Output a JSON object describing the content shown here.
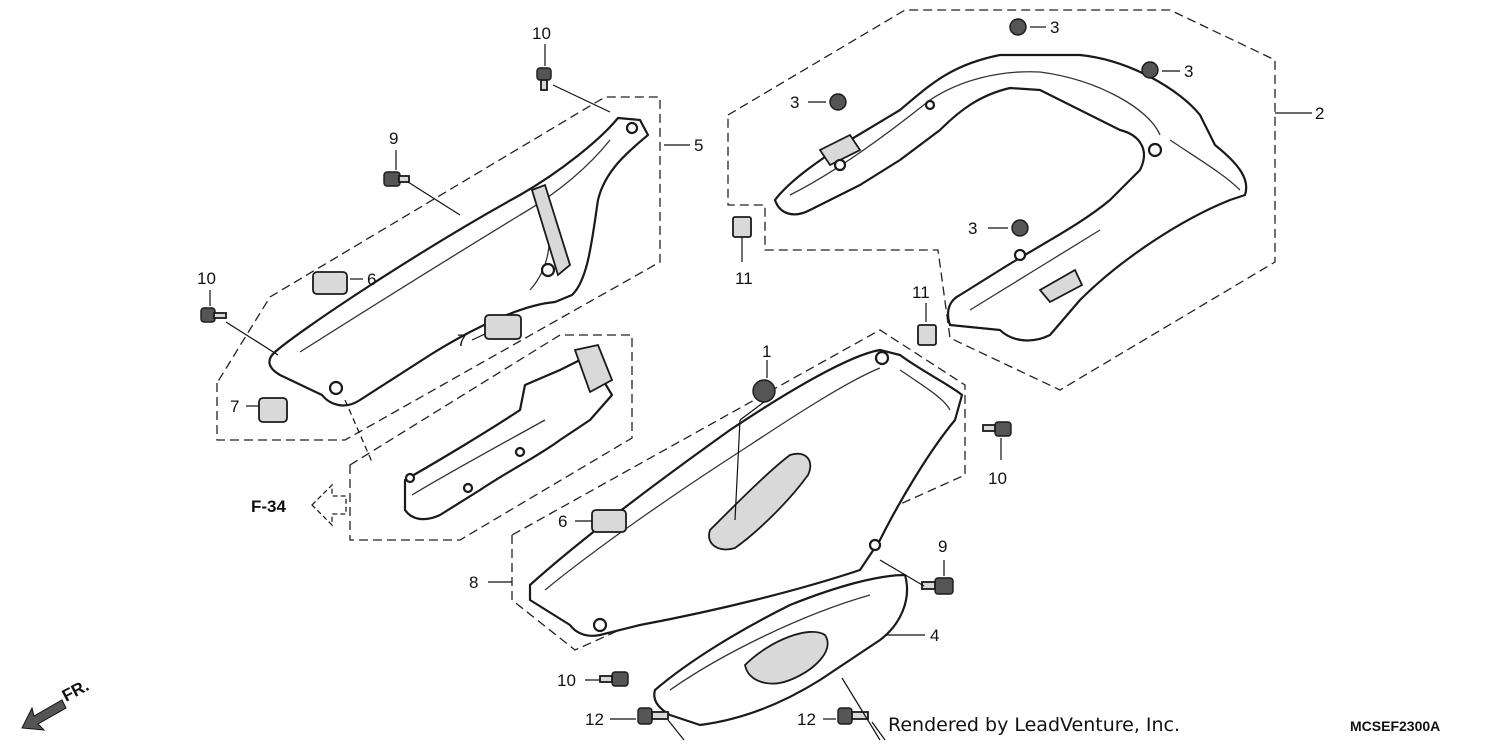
{
  "callouts": {
    "c1": "1",
    "c2": "2",
    "c3a": "3",
    "c3b": "3",
    "c3c": "3",
    "c3d": "3",
    "c4": "4",
    "c5": "5",
    "c6a": "6",
    "c6b": "6",
    "c7a": "7",
    "c7b": "7",
    "c8": "8",
    "c9a": "9",
    "c9b": "9",
    "c10a": "10",
    "c10b": "10",
    "c10c": "10",
    "c10d": "10",
    "c11a": "11",
    "c11b": "11",
    "c12a": "12",
    "c12b": "12"
  },
  "reference": {
    "label": "F-34"
  },
  "direction": {
    "label": "FR."
  },
  "footer": {
    "credit": "Rendered by LeadVenture, Inc.",
    "code": "MCSEF2300A"
  },
  "colors": {
    "line": "#1a1a1a",
    "shade": "#d9d9d9",
    "background": "#ffffff"
  }
}
